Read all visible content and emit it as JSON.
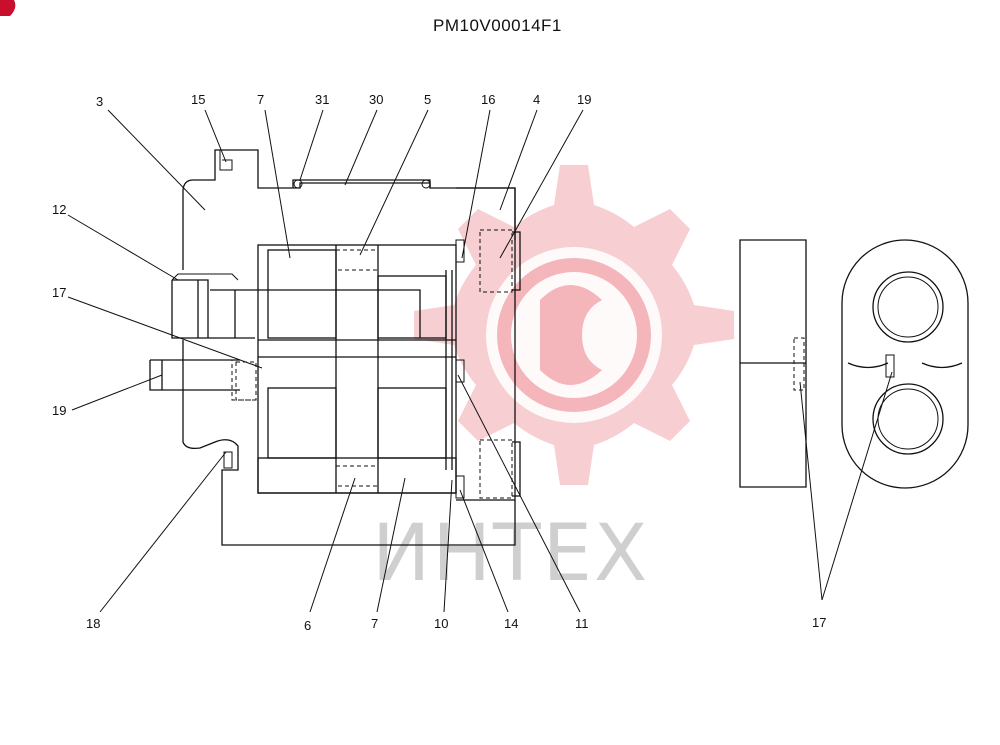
{
  "title": "PM10V00014F1",
  "watermark": {
    "text": "ИНТЕХ",
    "color": "#f3b8bd"
  },
  "callouts": [
    {
      "id": "c3",
      "label": "3"
    },
    {
      "id": "c15",
      "label": "15"
    },
    {
      "id": "c7t",
      "label": "7"
    },
    {
      "id": "c31",
      "label": "31"
    },
    {
      "id": "c30",
      "label": "30"
    },
    {
      "id": "c5",
      "label": "5"
    },
    {
      "id": "c16",
      "label": "16"
    },
    {
      "id": "c4",
      "label": "4"
    },
    {
      "id": "c19t",
      "label": "19"
    },
    {
      "id": "c12",
      "label": "12"
    },
    {
      "id": "c17l",
      "label": "17"
    },
    {
      "id": "c19l",
      "label": "19"
    },
    {
      "id": "c18",
      "label": "18"
    },
    {
      "id": "c6",
      "label": "6"
    },
    {
      "id": "c7b",
      "label": "7"
    },
    {
      "id": "c10",
      "label": "10"
    },
    {
      "id": "c14",
      "label": "14"
    },
    {
      "id": "c11",
      "label": "11"
    },
    {
      "id": "c17r",
      "label": "17"
    }
  ]
}
